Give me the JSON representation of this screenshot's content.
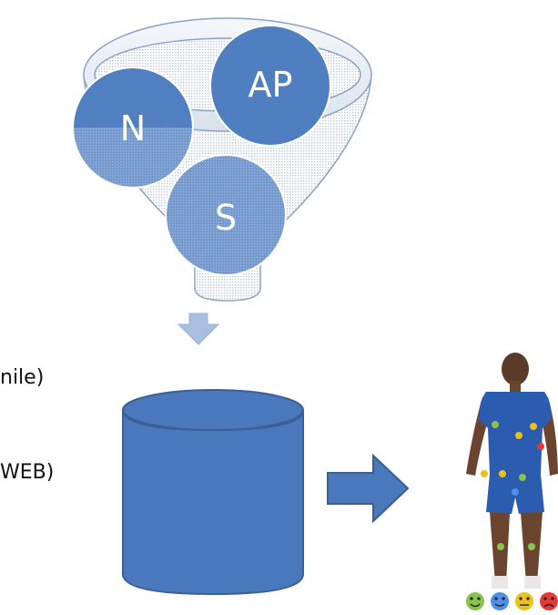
{
  "funnel": {
    "circles": [
      {
        "label": "N"
      },
      {
        "label": "AP"
      },
      {
        "label": "S"
      }
    ]
  },
  "side_labels": {
    "line1": "nile)",
    "line2": "WEB)"
  },
  "colors": {
    "circle_fill": "#4f7fc0",
    "circle_stroke": "#ffffff",
    "database_fill": "#4a78bd",
    "database_stroke": "#3a5f96",
    "arrow_fill": "#4a78bd",
    "down_arrow_fill": "#a8bfdf",
    "funnel_outline": "#8aa3c8"
  },
  "icons": {
    "funnel": "funnel-icon",
    "database": "database-cylinder-icon",
    "arrow_right": "arrow-right-icon",
    "arrow_down": "arrow-down-icon",
    "body_map": "human-body-pain-map-image"
  }
}
